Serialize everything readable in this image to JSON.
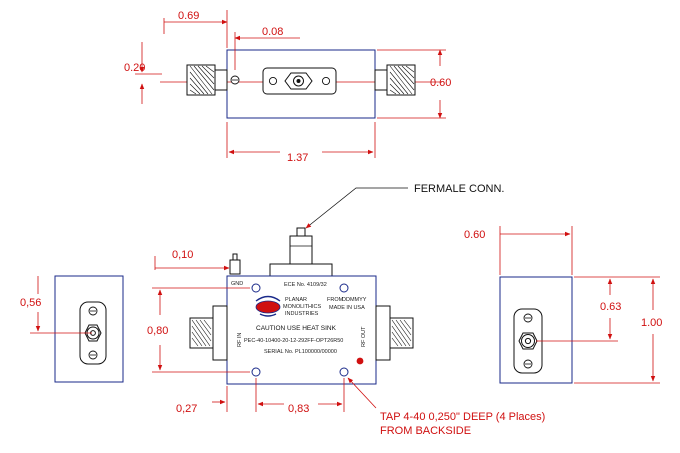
{
  "colors": {
    "dimension": "#d01010",
    "body_outline": "#1a2a8a",
    "connector": "#111111"
  },
  "top_view": {
    "dimensions": {
      "overall_offset": "0.69",
      "mount_offset": "0.08",
      "height_offset": "0.20",
      "height": "0.60",
      "length": "1.37"
    }
  },
  "front_view": {
    "callout": "FERMALE CONN.",
    "gnd_label": "GND",
    "part_ref": "ECE No. 4109/32",
    "brand_lines": [
      "PLANAR",
      "MONOLITHICS",
      "INDUSTRIES"
    ],
    "from_label": "FROM",
    "date_code": "DDMMYY",
    "made_in": "MADE IN USA",
    "caution": "CAUTION  USE HEAT SINK",
    "part_number": "PEC-40-10400-20-12-292FF-OPT26R50",
    "serial": "SERIAL No.  PL100000/00000",
    "side_marks": [
      "RF IN",
      "RF OUT"
    ],
    "note_lines": [
      "TAP 4-40 0,250\" DEEP (4 Places)",
      "FROM BACKSIDE"
    ],
    "dimensions": {
      "top_offset": "0,10",
      "hole_spacing_v": "0,80",
      "left_offset": "0,27",
      "hole_spacing_h": "0,83"
    }
  },
  "left_view": {
    "dimensions": {
      "connector_height": "0,56"
    }
  },
  "right_view": {
    "dimensions": {
      "width": "0.60",
      "connector_height": "0.63",
      "height": "1.00"
    }
  }
}
